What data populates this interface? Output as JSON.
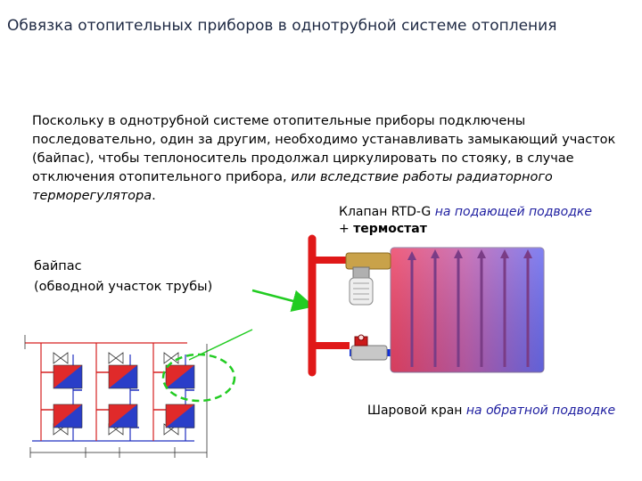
{
  "title": "Обвязка отопительных приборов в однотрубной системе отопления",
  "paragraph": {
    "main": "Поскольку  в однотрубной системе  отопительные приборы подключены последовательно, один за другим,  необходимо устанавливать замыкающий участок (байпас), чтобы теплоноситель продолжал циркулировать по стояку, в случае отключения отопительного прибора, ",
    "italic": "или вследствие работы радиаторного терморегулятора",
    "end": "."
  },
  "valve_label": {
    "part1": "Клапан RTD-G ",
    "part2_italic": "на подающей подводке",
    "part3": " + ",
    "part4_bold": "термостат"
  },
  "bypass_label": {
    "line1": "байпас",
    "line2": "(обводной участок трубы)"
  },
  "ball_valve_label": {
    "part1": "Шаровой кран ",
    "part2_italic": "на обратной подводке"
  },
  "colors": {
    "title": "#1f2a44",
    "accent_blue": "#1e1ea0",
    "arrow_green": "#22cc22",
    "pipe_red": "#e01818",
    "pipe_blue": "#1030d8"
  }
}
